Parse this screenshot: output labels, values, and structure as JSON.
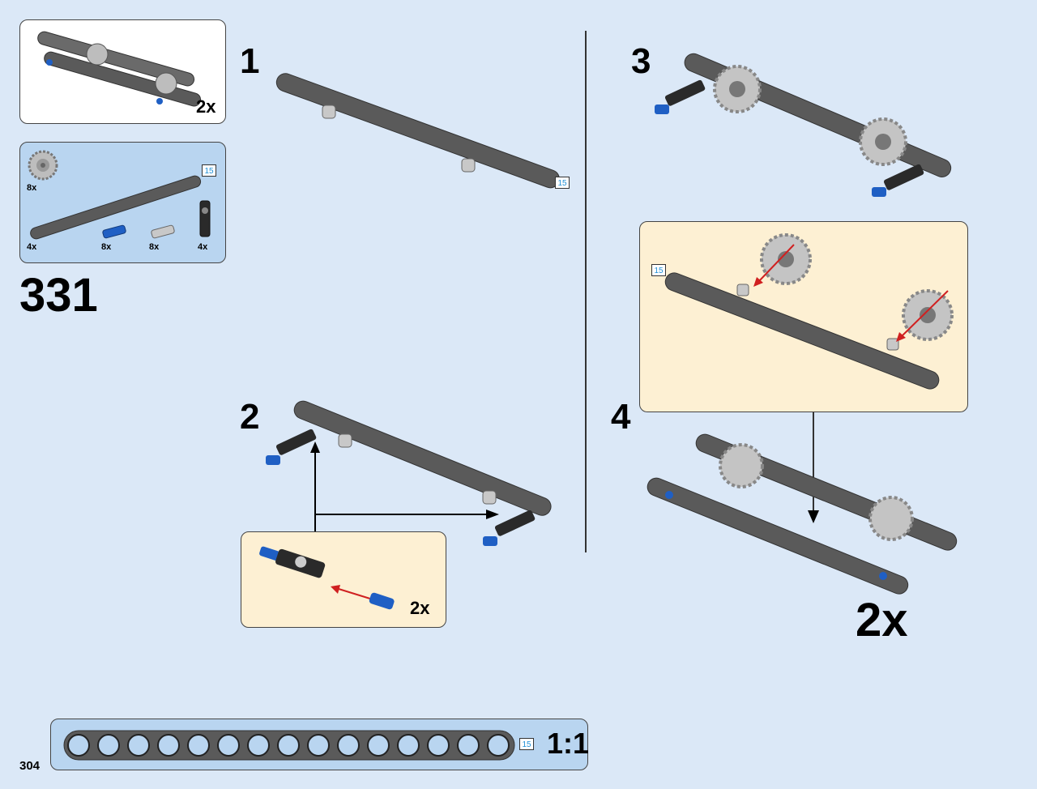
{
  "page": {
    "page_number": "304",
    "step_id": "331"
  },
  "sub_model_callout": {
    "multiplier": "2x"
  },
  "parts_list": {
    "items": [
      {
        "icon": "gear-icon",
        "count": "8x"
      },
      {
        "icon": "beam-15-icon",
        "count": "4x",
        "length": "15"
      },
      {
        "icon": "blue-pin-icon",
        "count": "8x"
      },
      {
        "icon": "grey-axle-pin-icon",
        "count": "8x"
      },
      {
        "icon": "pin-connector-icon",
        "count": "4x"
      }
    ]
  },
  "steps": [
    {
      "number": "1",
      "length_label": "15"
    },
    {
      "number": "2",
      "inset_multiplier": "2x"
    },
    {
      "number": "3"
    },
    {
      "number": "4",
      "inset_length_label": "15",
      "multiplier": "2x"
    }
  ],
  "scale_ruler": {
    "length": "15",
    "scale": "1:1"
  },
  "colors": {
    "background": "#dbe8f7",
    "beam": "#5a5a5a",
    "pin_blue": "#1f5fc4",
    "arrow_red": "#d02020",
    "callout_cream": "#fdf0d3"
  }
}
